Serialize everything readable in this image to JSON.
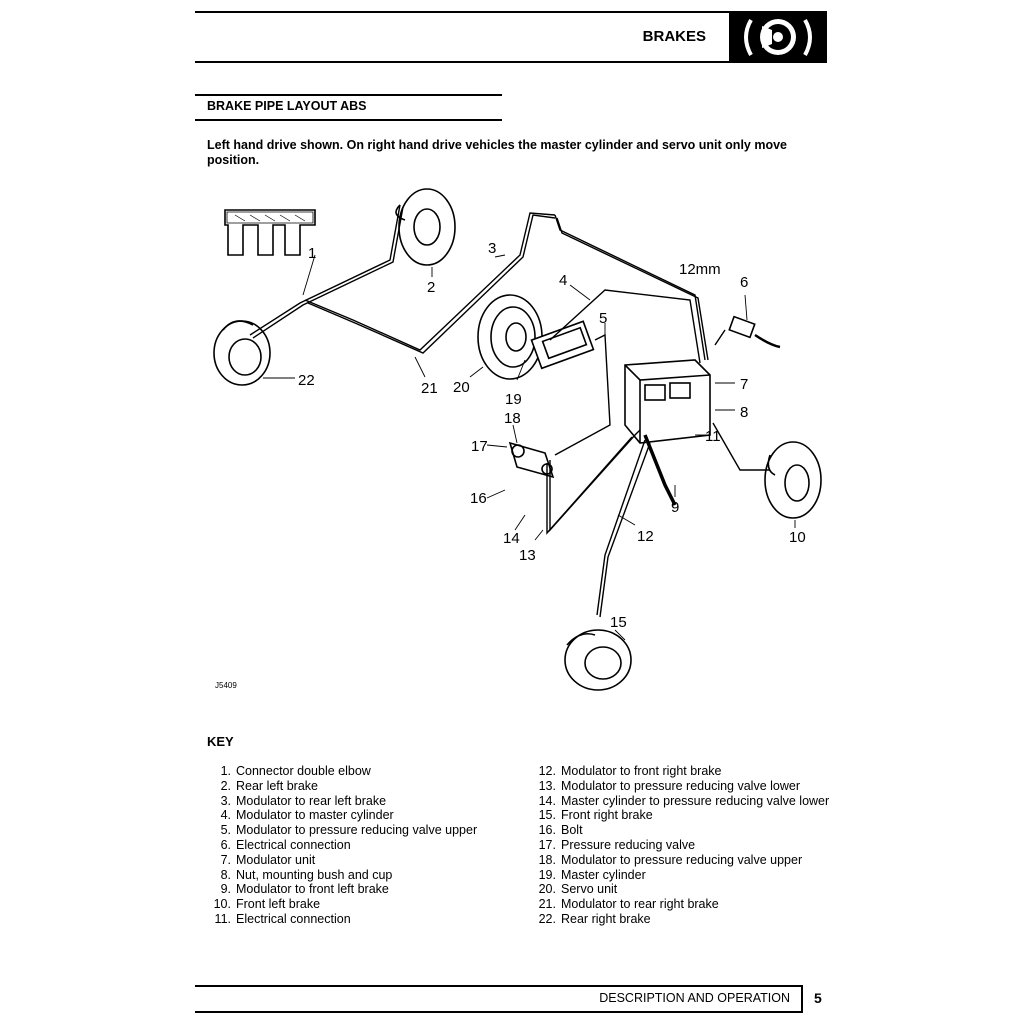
{
  "header": {
    "title": "BRAKES",
    "logo_icon": "brake-disc-icon"
  },
  "section": {
    "title": "BRAKE PIPE LAYOUT ABS",
    "intro": "Left hand drive shown. On right hand drive vehicles the master cylinder and servo unit only move position."
  },
  "diagram": {
    "figure_id": "J5409",
    "callouts": [
      "1",
      "2",
      "3",
      "4",
      "5",
      "6",
      "7",
      "8",
      "9",
      "10",
      "11",
      "12",
      "13",
      "14",
      "15",
      "16",
      "17",
      "18",
      "19",
      "20",
      "21",
      "22"
    ],
    "pipe_size": "12mm"
  },
  "key": {
    "title": "KEY",
    "items": [
      {
        "num": "1.",
        "text": "Connector double elbow"
      },
      {
        "num": "2.",
        "text": "Rear left brake"
      },
      {
        "num": "3.",
        "text": "Modulator to rear left brake"
      },
      {
        "num": "4.",
        "text": "Modulator to master cylinder"
      },
      {
        "num": "5.",
        "text": "Modulator to pressure reducing valve upper"
      },
      {
        "num": "6.",
        "text": "Electrical connection"
      },
      {
        "num": "7.",
        "text": "Modulator unit"
      },
      {
        "num": "8.",
        "text": "Nut, mounting bush and cup"
      },
      {
        "num": "9.",
        "text": "Modulator to front left brake"
      },
      {
        "num": "10.",
        "text": "Front left brake"
      },
      {
        "num": "11.",
        "text": "Electrical connection"
      },
      {
        "num": "12.",
        "text": "Modulator to front right brake"
      },
      {
        "num": "13.",
        "text": "Modulator to pressure reducing valve lower"
      },
      {
        "num": "14.",
        "text": "Master cylinder to pressure reducing valve lower"
      },
      {
        "num": "15.",
        "text": "Front right brake"
      },
      {
        "num": "16.",
        "text": "Bolt"
      },
      {
        "num": "17.",
        "text": "Pressure reducing valve"
      },
      {
        "num": "18.",
        "text": "Modulator to pressure reducing valve upper"
      },
      {
        "num": "19.",
        "text": "Master cylinder"
      },
      {
        "num": "20.",
        "text": "Servo unit"
      },
      {
        "num": "21.",
        "text": "Modulator to rear right brake"
      },
      {
        "num": "22.",
        "text": "Rear right brake"
      }
    ]
  },
  "footer": {
    "text": "DESCRIPTION AND OPERATION",
    "page": "5"
  }
}
